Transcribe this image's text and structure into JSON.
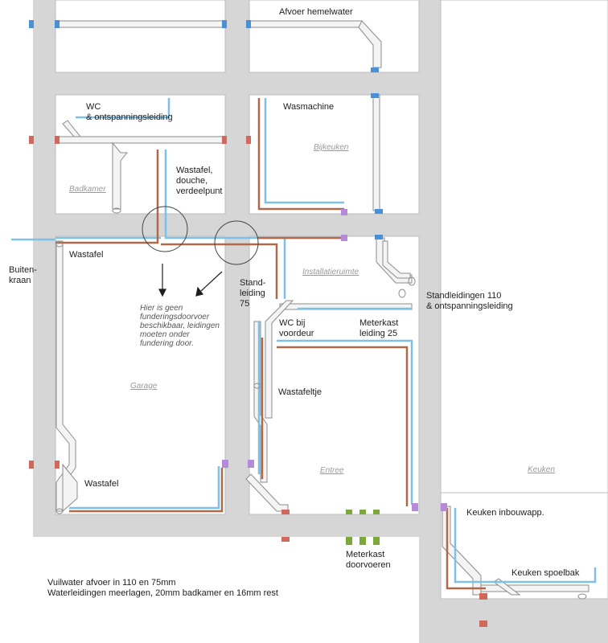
{
  "rooms": {
    "badkamer": "Badkamer",
    "bijkeuken": "Bijkeuken",
    "installatieruimte": "Installatieruimte",
    "garage": "Garage",
    "entree": "Entree",
    "keuken": "Keuken"
  },
  "labels": {
    "afvoer_hemelwater": "Afvoer hemelwater",
    "wc_ontspanning": "WC\n& ontspanningsleiding",
    "wasmachine": "Wasmachine",
    "wastafel_douche": "Wastafel,\ndouche,\nverdeelpunt",
    "buitenkraan": "Buiten-\nkraan",
    "wastafel_garage_top": "Wastafel",
    "standleiding_75": "Stand-\nleiding\n75",
    "standleidingen_110": "Standleidingen 110\n& ontspanningsleiding",
    "wc_voordeur": "WC bij\nvoordeur",
    "meterkast_leiding": "Meterkast\nleiding 25",
    "wastafeltje": "Wastafeltje",
    "wastafel_garage_bottom": "Wastafel",
    "keuken_inbouw": "Keuken inbouwapp.",
    "keuken_spoelbak": "Keuken spoelbak",
    "meterkast_doorvoeren": "Meterkast\ndoorvoeren"
  },
  "note": "Hier is geen\nfunderingsdoorvoer\nbeschikbaar, leidingen\nmoeten onder\nfundering door.",
  "legend": {
    "line1": "Vuilwater afvoer in 110 en 75mm",
    "line2": "Waterleidingen meerlagen, 20mm badkamer en 16mm rest"
  },
  "colors": {
    "wall": "#d4d4d4",
    "room_fill": "#ffffff",
    "drain_pipe": "#f2f2f2",
    "drain_outline": "#8c8c8c",
    "water_blue": "#7ec0e6",
    "water_brown": "#b06a4a",
    "connector_blue": "#4a90d9",
    "connector_red": "#d0685c",
    "connector_purple": "#b58ad8",
    "connector_green": "#7aa83a"
  }
}
